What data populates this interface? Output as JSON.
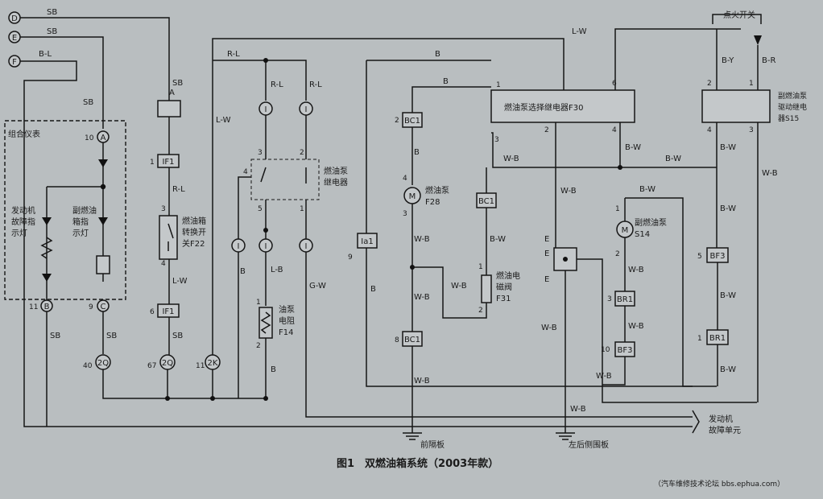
{
  "caption": "图1　双燃油箱系统（2003年款）",
  "watermark": "（汽车维修技术论坛 bbs.ephua.com）",
  "ignition_switch": "点火开关",
  "cluster": {
    "title": "组合仪表",
    "lamp1": "发动机\n故障指\n示灯",
    "lamp2": "副燃油\n箱指\n示灯"
  },
  "relay_f30": "燃油泵选择继电器F30",
  "relay_s15": "副燃油泵\n驱动继电\n器S15",
  "pump_relay": "燃油泵\n继电器",
  "switch_f22": "燃油箱\n转换开\n关F22",
  "resistor_f14": "油泵\n电阻\nF14",
  "pump_f28": "燃油泵\nF28",
  "valve_f31": "燃油电\n磁阀\nF31",
  "sub_pump_s14": "副燃油泵\nS14",
  "ecu": "发动机\n故障单元",
  "ground_front": "前隔板",
  "ground_left": "左后侧围板",
  "left_connectors": [
    "D",
    "E",
    "F"
  ],
  "connectors": {
    "IF1": "IF1",
    "Ia1": "Ia1",
    "BC1": "BC1",
    "BR1": "BR1",
    "BF3": "BF3"
  },
  "colors": {
    "background": "#b9bec0",
    "line": "#161616",
    "box": "#c4c8ca"
  }
}
